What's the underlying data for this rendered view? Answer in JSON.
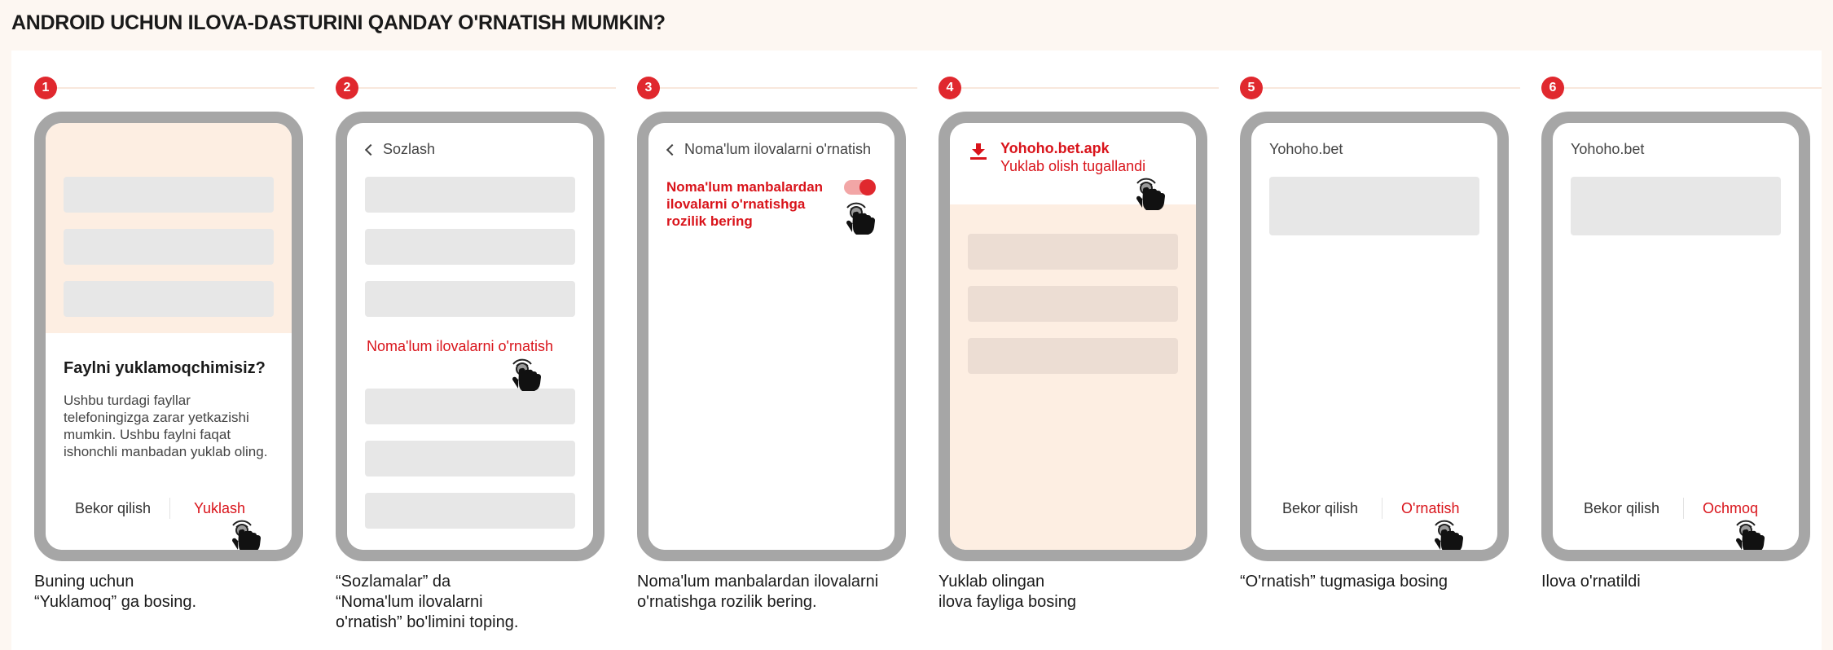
{
  "page_title": "ANDROID UCHUN ILOVA-DASTURINI QANDAY O'RNATISH MUMKIN?",
  "colors": {
    "accent": "#e0282e",
    "phone_frame": "#a6a6a6",
    "peach": "#fdeee2",
    "placeholder": "#e7e7e7"
  },
  "steps": [
    {
      "number": "1",
      "dialog_title": "Faylni yuklamoqchimisiz?",
      "dialog_body": "Ushbu turdagi fayllar telefoningizga zarar yetkazishi mumkin. Ushbu faylni faqat ishonchli manbadan yuklab oling.",
      "cancel_label": "Bekor qilish",
      "action_label": "Yuklash",
      "caption_line1": "Buning uchun",
      "caption_line2": "“Yuklamoq” ga bosing."
    },
    {
      "number": "2",
      "nav_title": "Sozlash",
      "highlight_label": "Noma'lum ilovalarni o'rnatish",
      "caption_line1": "“Sozlamalar” da",
      "caption_line2": "“Noma'lum ilovalarni",
      "caption_line3": "o'rnatish” bo'limini toping."
    },
    {
      "number": "3",
      "nav_title": "Noma'lum ilovalarni o'rnatish",
      "toggle_label": "Noma'lum manbalardan ilovalarni o'rnatishga rozilik bering",
      "toggle_on": true,
      "caption_line1": "Noma'lum manbalardan ilovalarni",
      "caption_line2": "o'rnatishga rozilik bering."
    },
    {
      "number": "4",
      "file_name": "Yohoho.bet.apk",
      "download_status": "Yuklab olish tugallandi",
      "icon": "download-icon",
      "caption_line1": "Yuklab olingan",
      "caption_line2": "ilova fayliga bosing"
    },
    {
      "number": "5",
      "app_title": "Yohoho.bet",
      "cancel_label": "Bekor qilish",
      "action_label": "O'rnatish",
      "caption_line1": "“O'rnatish” tugmasiga bosing"
    },
    {
      "number": "6",
      "app_title": "Yohoho.bet",
      "cancel_label": "Bekor qilish",
      "action_label": "Ochmoq",
      "caption_line1": "Ilova o'rnatildi"
    }
  ]
}
